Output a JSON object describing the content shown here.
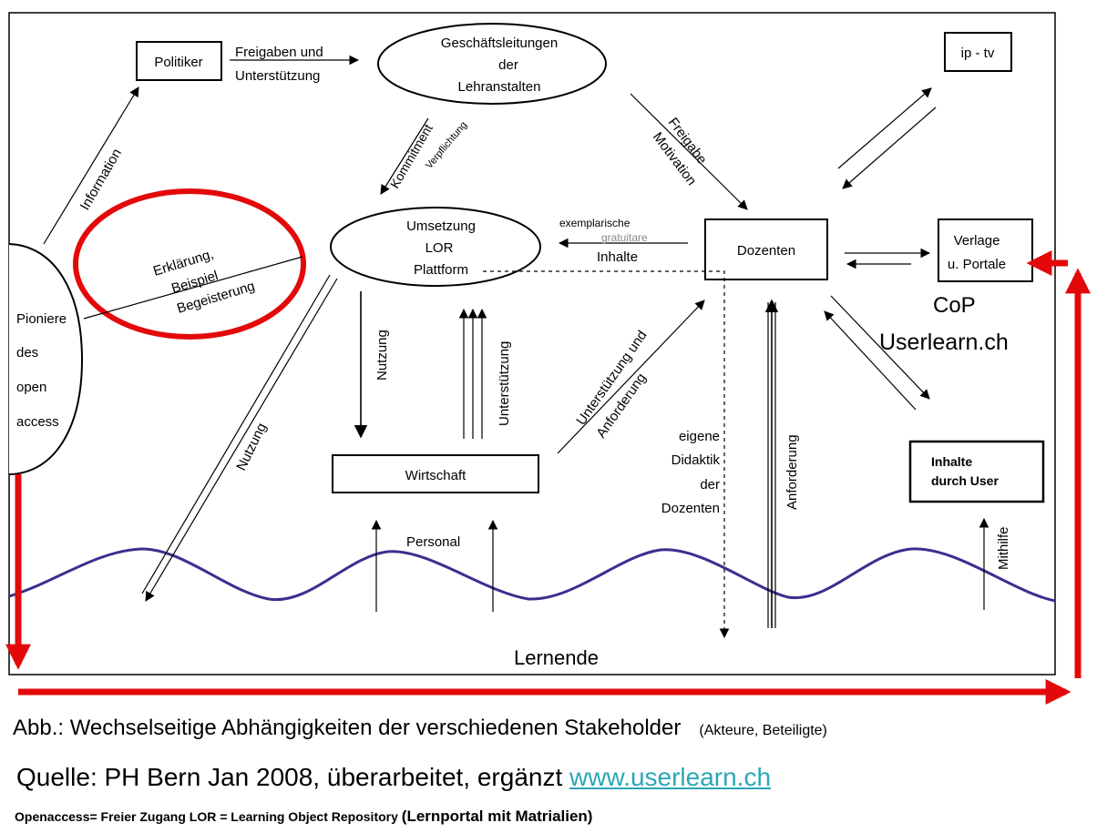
{
  "nodes": {
    "politiker": "Politiker",
    "geschaeftsleitungen": [
      "Geschäftsleitungen",
      "der",
      "Lehranstalten"
    ],
    "umsetzung": [
      "Umsetzung",
      "LOR",
      "Plattform"
    ],
    "dozenten": "Dozenten",
    "ip_tv": "ip - tv",
    "verlage": [
      "Verlage",
      "u. Portale"
    ],
    "wirtschaft": "Wirtschaft",
    "inhalte_user": [
      "Inhalte",
      "durch User"
    ],
    "pioniere": [
      "Pioniere",
      "des",
      "open",
      "access"
    ],
    "lernende": "Lernende",
    "cop": [
      "CoP",
      "Userlearn.ch"
    ]
  },
  "edge_labels": {
    "freigaben": [
      "Freigaben und",
      "Unterstützung"
    ],
    "information": "Information",
    "kommitment": "Kommitment",
    "verpflichtung": "Verpflichtung",
    "freigabe_motivation": [
      "Freigabe",
      "Motivation"
    ],
    "exemplarische": "exemplarische",
    "gratuitare": "gratuitare",
    "inhalte": "Inhalte",
    "erklaerung": [
      "Erklärung,",
      "Beispiel",
      "Begeisterung"
    ],
    "nutzung_vertical": "Nutzung",
    "unterstuetzung_vertical": "Unterstützung",
    "nutzung_diagonal": "Nutzung",
    "unterstuetzung_anforderung": [
      "Unterstützung und",
      "Anforderung"
    ],
    "eigene_didaktik": [
      "eigene",
      "Didaktik",
      "der",
      "Dozenten"
    ],
    "anforderung": "Anforderung",
    "personal": "Personal",
    "mithilfe": "Mithilfe"
  },
  "captions": {
    "abb_main": "Abb.: Wechselseitige Abhängigkeiten der verschiedenen Stakeholder",
    "abb_note": "(Akteure, Beteiligte)",
    "quelle_text": "Quelle: PH Bern Jan 2008, überarbeitet, ergänzt",
    "quelle_link": "www.userlearn.ch",
    "footnote_bold": "Openaccess= Freier Zugang  LOR = Learning Object Repository",
    "footnote_big": "(Lernportal mit Matrialien)"
  },
  "colors": {
    "accent_red": "#e3090b",
    "wave": "#3b2f8f",
    "link": "#2aa7b5",
    "ink": "#000000"
  }
}
